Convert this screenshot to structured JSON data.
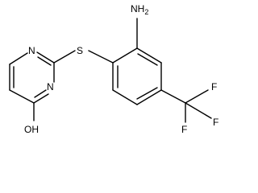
{
  "molecule": {
    "atoms": {
      "n_top": "N",
      "n_low": "N",
      "s": "S",
      "oh": "OH",
      "nh2": "NH",
      "nh2_sub": "2",
      "cf3_c": "C",
      "f_top": "F",
      "f_left": "F",
      "f_right": "F"
    }
  }
}
